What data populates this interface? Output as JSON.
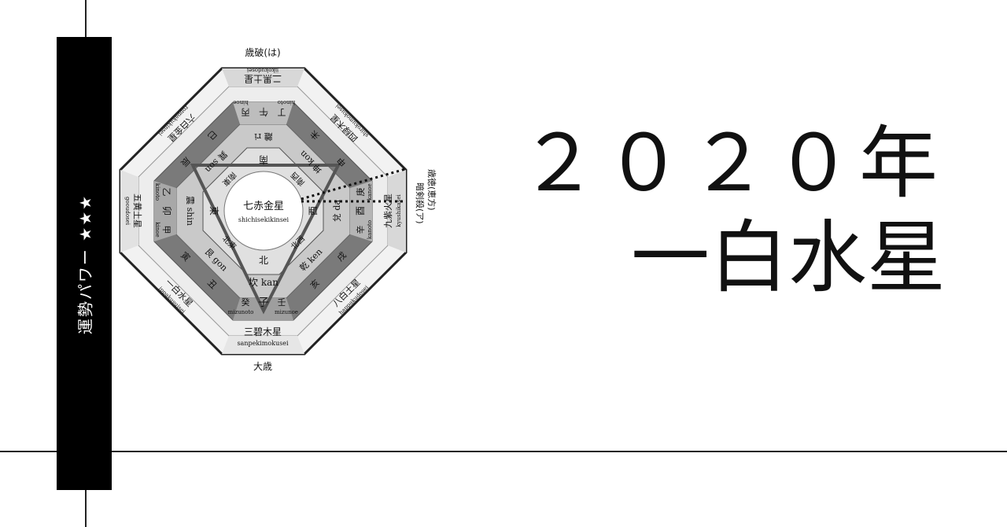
{
  "sidebar": {
    "label": "運勢パワー ★★★"
  },
  "title": {
    "year": "２０２０年",
    "star": "一白水星"
  },
  "chart": {
    "top_label": "歳破(は)",
    "bottom_label": "大歳",
    "right_label_1": "歳徳(恵方)",
    "right_label_2": "暗剣殺(ア)",
    "center": {
      "name": "七赤金星",
      "romaji": "shichisekikinsei"
    },
    "outer_stars": {
      "n": {
        "name": "三碧木星",
        "romaji": "sanpekimokusei"
      },
      "s": {
        "name": "二黒土星",
        "romaji": "jikokudosei"
      },
      "e": {
        "name": "五黄土星",
        "romaji": "gooudosei"
      },
      "w": {
        "name": "九紫火星",
        "romaji": "kyushikasei"
      },
      "ne": {
        "name": "一白水星",
        "romaji": "ippakusuisei"
      },
      "nw": {
        "name": "八白土星",
        "romaji": "happakudosei"
      },
      "se": {
        "name": "六白金星",
        "romaji": "roppakukinsei"
      },
      "sw": {
        "name": "四緑木星",
        "romaji": "shirokumokusei"
      }
    },
    "directions": {
      "n": "北",
      "s": "南",
      "e": "東",
      "w": "西",
      "ne": "北東",
      "nw": "北西",
      "se": "南東",
      "sw": "南西"
    },
    "trigrams": {
      "kan": "坎 kan",
      "ri": "離 ri",
      "shin": "震 shin",
      "da": "兌 da",
      "gon": "艮 gon",
      "ken": "乾 ken",
      "son": "巽 son",
      "kon": "坤 kon"
    },
    "branches": {
      "ne": "子",
      "ushi": "丑",
      "tora": "寅",
      "u": "卯",
      "tatsu": "辰",
      "mi": "巳",
      "uma": "午",
      "hitsuji": "未",
      "saru": "申",
      "tori": "酉",
      "inu": "戌",
      "i": "亥"
    },
    "stems": {
      "mizunoto": "癸",
      "mizunoe": "壬",
      "kinoe": "甲",
      "kinoto": "乙",
      "hinoe": "丙",
      "hinoto": "丁",
      "kanoe": "庚",
      "kanoto": "辛"
    },
    "stem_romaji": {
      "mizunoto": "mizunoto",
      "mizunoe": "mizunoe",
      "kinoe": "kinoe",
      "kinoto": "kinoto",
      "hinoe": "hinoe",
      "hinoto": "hinoto",
      "kanoe": "kanoe",
      "kanoto": "kanoto"
    }
  }
}
